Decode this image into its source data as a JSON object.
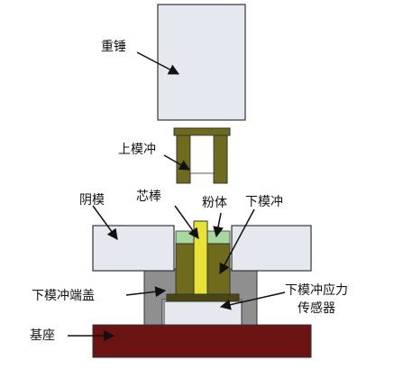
{
  "labels": {
    "hammer": "重锤",
    "upper_punch": "上模冲",
    "die": "阴模",
    "core_rod": "芯棒",
    "powder": "粉体",
    "lower_punch": "下模冲",
    "lower_punch_cap": "下模冲端盖",
    "sensor_line1": "下模冲应力",
    "sensor_line2": "传感器",
    "base": "基座"
  },
  "colors": {
    "die_gray": "#e6e8ef",
    "punch_olive": "#6f6b1c",
    "punch_olive_dark": "#4a4712",
    "powder_green": "#a8d8a0",
    "core_yellow": "#e8e236",
    "cap_gray": "#8f8f8f",
    "base_maroon": "#6b1212",
    "outline": "#333333"
  }
}
